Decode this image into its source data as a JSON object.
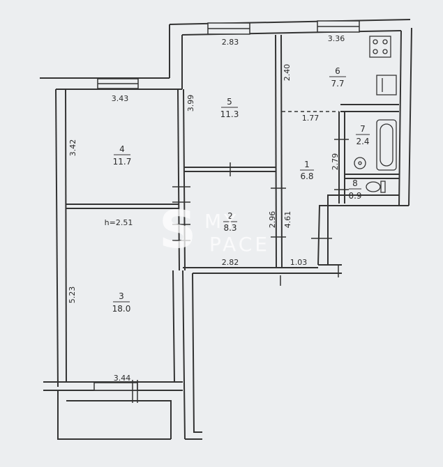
{
  "rooms": [
    {
      "id": "1",
      "number": "1",
      "area": "6.8"
    },
    {
      "id": "2",
      "number": "2",
      "area": "8.3"
    },
    {
      "id": "3",
      "number": "3",
      "area": "18.0"
    },
    {
      "id": "4",
      "number": "4",
      "area": "11.7"
    },
    {
      "id": "5",
      "number": "5",
      "area": "11.3"
    },
    {
      "id": "6",
      "number": "6",
      "area": "7.7"
    },
    {
      "id": "7",
      "number": "7",
      "area": "2.4"
    },
    {
      "id": "8",
      "number": "8",
      "area": "0.9"
    }
  ],
  "dimensions": {
    "d283": "2.83",
    "d336": "3.36",
    "d343": "3.43",
    "d342": "3.42",
    "d399": "3.99",
    "d240": "2.40",
    "d177": "1.77",
    "d279": "2.79",
    "d296": "2.96",
    "d461": "4.61",
    "d282": "2.82",
    "d103": "1.03",
    "d523": "5.23",
    "d344": "3.44"
  },
  "ceiling_height": "h=2.51",
  "watermark": {
    "letter": "S",
    "line1": "MY",
    "line2": "PACE"
  },
  "colors": {
    "wall": "#333333",
    "paper": "#eceef0"
  }
}
